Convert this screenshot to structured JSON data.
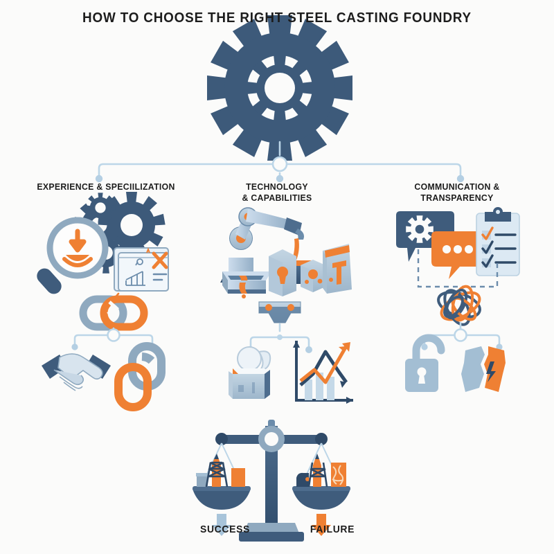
{
  "theme": {
    "background": "#fbfbfa",
    "dark_blue": "#3d5a7a",
    "navy": "#2f4a68",
    "mid_blue": "#6b8cab",
    "light_blue": "#a8c4da",
    "pale_blue": "#c9dced",
    "steel": "#8fa9bf",
    "orange": "#ef8033",
    "orange_dark": "#e0701f",
    "text": "#1c1c1c",
    "connector": "#bcd6e8"
  },
  "header": {
    "title": "HOW TO CHOOSE THE RIGHT STEEL CASTING FOUNDRY"
  },
  "hero": {
    "icon": "gear-icon",
    "color": "#3d5a7a"
  },
  "columns": [
    {
      "id": "experience",
      "title": "EXPERIENCE & SPECIILIZATION",
      "top_icons": [
        {
          "name": "magnifier-molten-metal-icon"
        },
        {
          "name": "gears-cluster-icon"
        },
        {
          "name": "blueprint-document-x-icon"
        }
      ],
      "mid_icon": {
        "name": "broken-chain-icon"
      },
      "bottom_icons": [
        {
          "name": "handshake-icon"
        },
        {
          "name": "chain-link-icon"
        }
      ],
      "connector": "solid"
    },
    {
      "id": "technology",
      "title": "TECHNOLOGY\n& CAPABILITIES",
      "top_icons": [
        {
          "name": "robotic-arm-pouring-icon"
        },
        {
          "name": "casting-molds-icon"
        }
      ],
      "mid_icon": {
        "name": "metal-clamp-icon"
      },
      "bottom_icons": [
        {
          "name": "furnace-ladle-icon"
        },
        {
          "name": "growth-decline-chart-icon"
        }
      ],
      "connector": "solid"
    },
    {
      "id": "communication",
      "title": "COMMUNICATION &\nTRANSPARENCY",
      "top_icons": [
        {
          "name": "speech-bubble-gear-icon"
        },
        {
          "name": "speech-bubble-dots-icon"
        },
        {
          "name": "clipboard-checklist-icon"
        }
      ],
      "mid_icon": {
        "name": "tangled-knot-icon"
      },
      "bottom_icons": [
        {
          "name": "open-padlock-icon"
        },
        {
          "name": "cracked-shield-icon"
        }
      ],
      "connector": "dashed"
    }
  ],
  "outcome": {
    "scale_icon": "balance-scale-icon",
    "left": {
      "label": "SUCCESS",
      "arrow": "arrow-down-icon",
      "arrow_color": "#a8c4da",
      "pan_icon": "industrial-plant-icon"
    },
    "right": {
      "label": "FAILURE",
      "arrow": "arrow-down-icon",
      "arrow_color": "#ef8033",
      "pan_icon": "damaged-plant-icon"
    }
  }
}
